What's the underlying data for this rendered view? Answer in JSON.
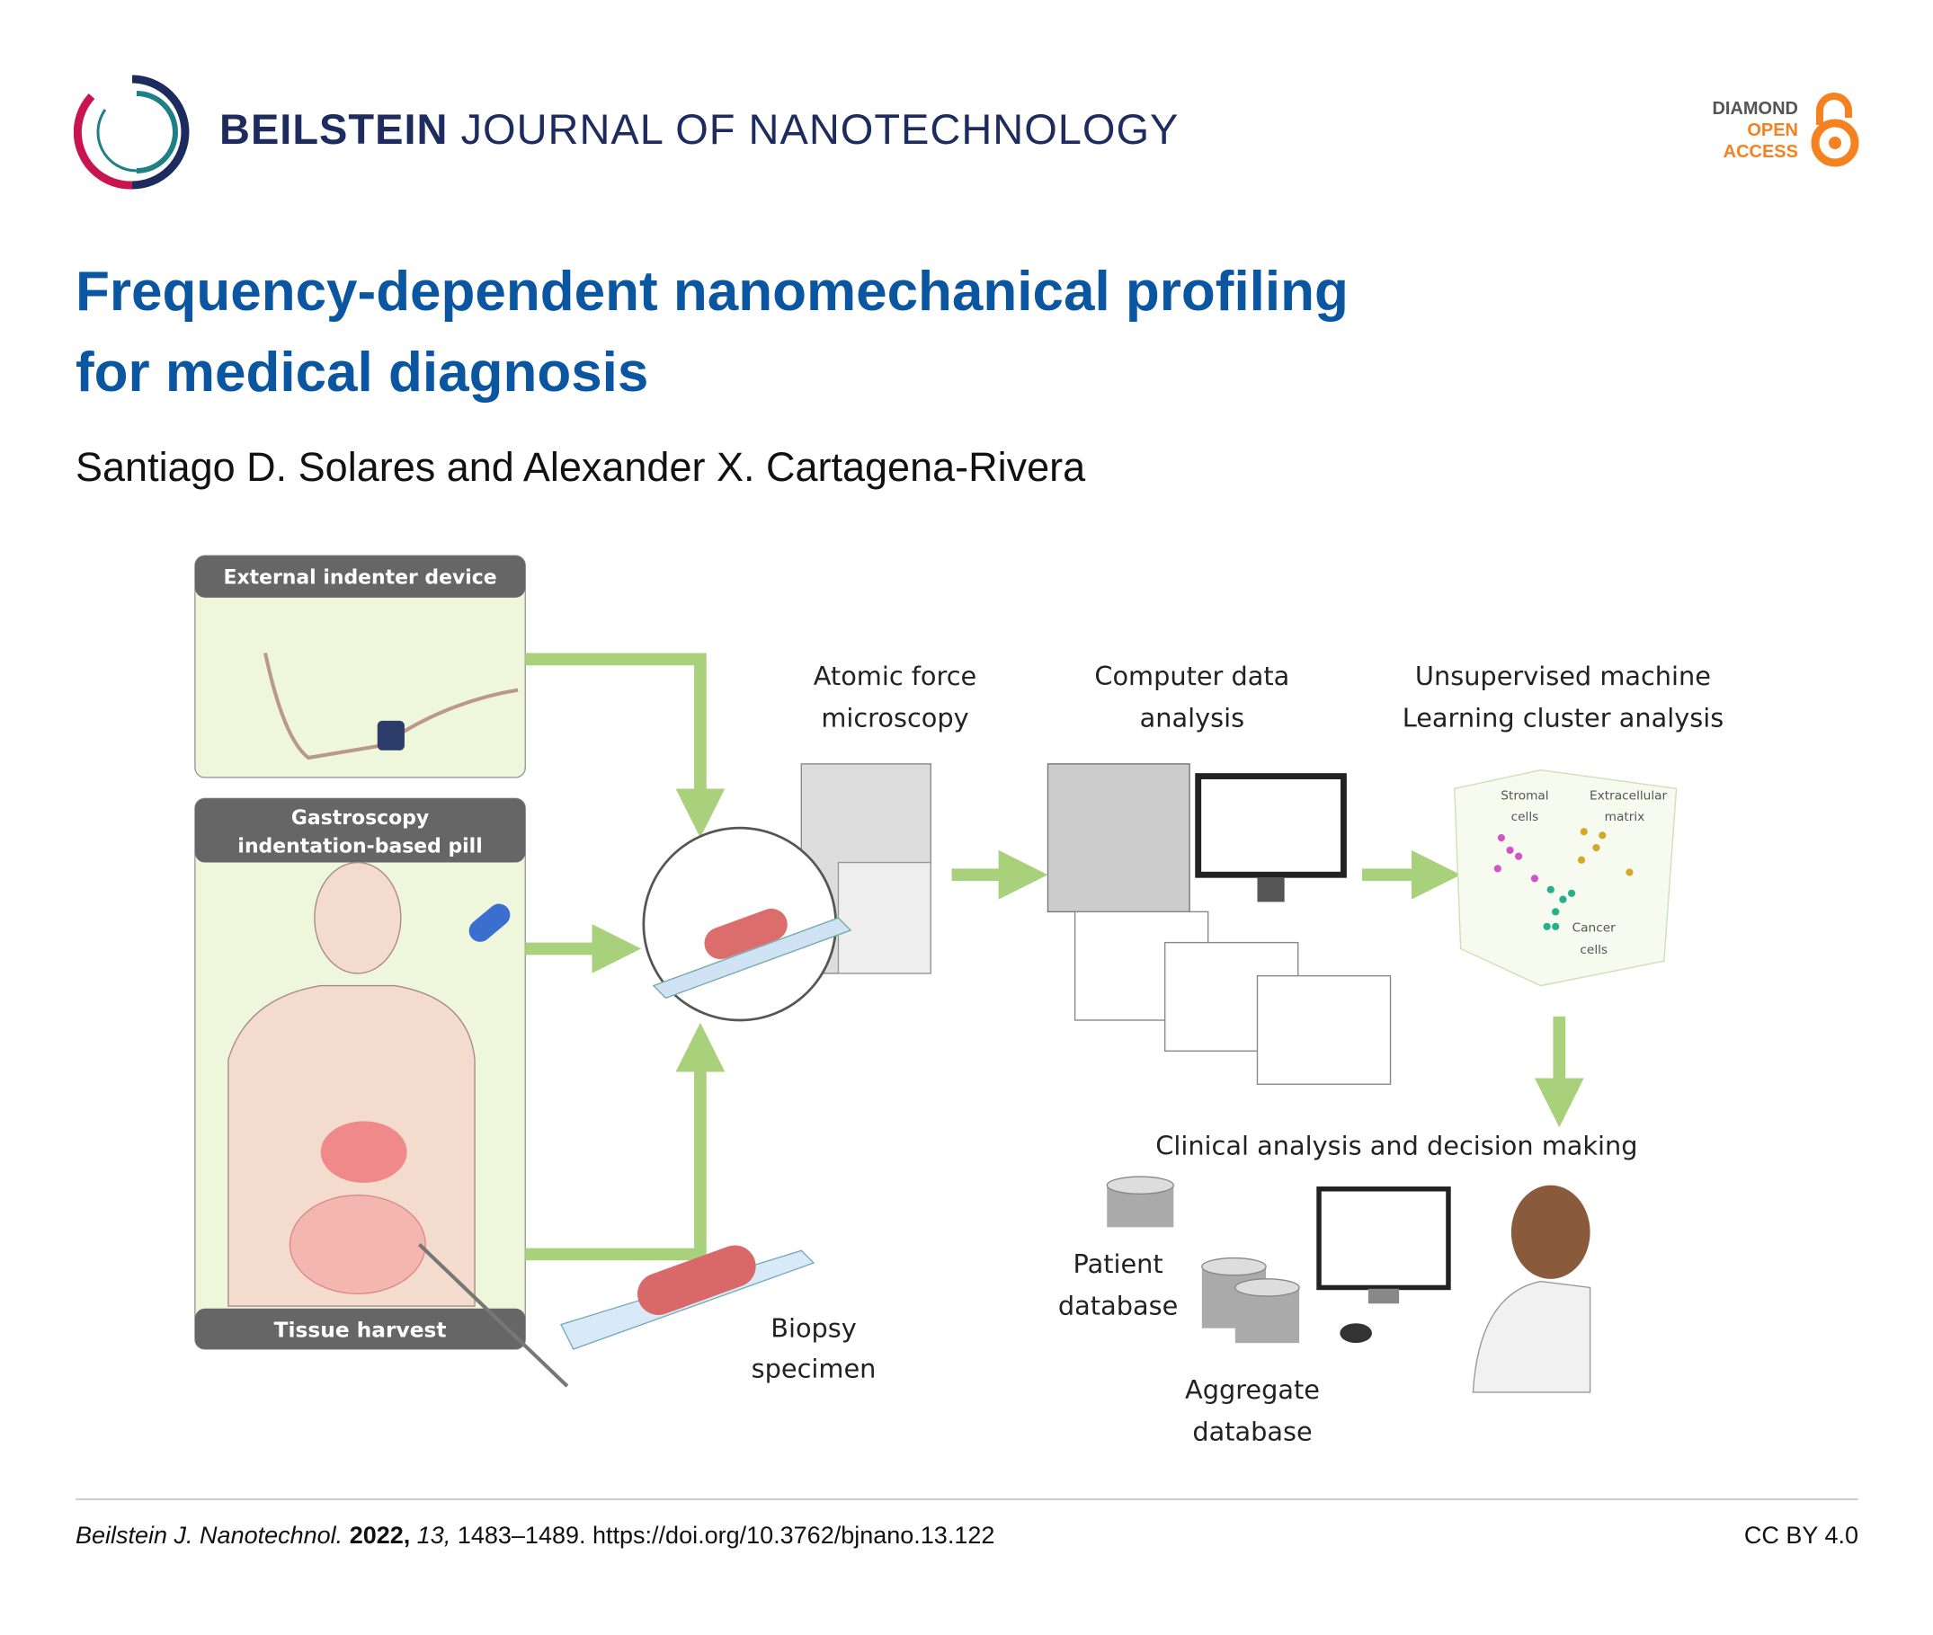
{
  "header": {
    "journal_bold": "BEILSTEIN",
    "journal_rest": "JOURNAL OF NANOTECHNOLOGY",
    "oa_line1": "DIAMOND",
    "oa_line2": "OPEN",
    "oa_line3": "ACCESS"
  },
  "article": {
    "title_line1": "Frequency-dependent nanomechanical profiling",
    "title_line2": "for medical diagnosis",
    "authors": "Santiago D. Solares and Alexander X. Cartagena-Rivera"
  },
  "figure": {
    "external_indenter": "External indenter device",
    "gastroscopy_line1": "Gastroscopy",
    "gastroscopy_line2": "indentation-based pill",
    "tissue_harvest": "Tissue harvest",
    "afm_line1": "Atomic force",
    "afm_line2": "microscopy",
    "computer_line1": "Computer data",
    "computer_line2": "analysis",
    "ml_line1": "Unsupervised machine",
    "ml_line2": "Learning cluster analysis",
    "stromal_line1": "Stromal",
    "stromal_line2": "cells",
    "ecm_line1": "Extracellular",
    "ecm_line2": "matrix",
    "cancer_line1": "Cancer",
    "cancer_line2": "cells",
    "clinical": "Clinical analysis and decision making",
    "patient_line1": "Patient",
    "patient_line2": "database",
    "aggregate_line1": "Aggregate",
    "aggregate_line2": "database",
    "biopsy_line1": "Biopsy",
    "biopsy_line2": "specimen"
  },
  "footer": {
    "journal_abbrev": "Beilstein J. Nanotechnol.",
    "year": "2022,",
    "volume": "13,",
    "pages": "1483–1489.",
    "doi": "https://doi.org/10.3762/bjnano.13.122",
    "license": "CC BY 4.0"
  },
  "colors": {
    "title_blue": "#0a56a0",
    "journal_navy": "#1d2b5e",
    "oa_orange": "#f58220",
    "arrow_green": "#a9d07a"
  }
}
